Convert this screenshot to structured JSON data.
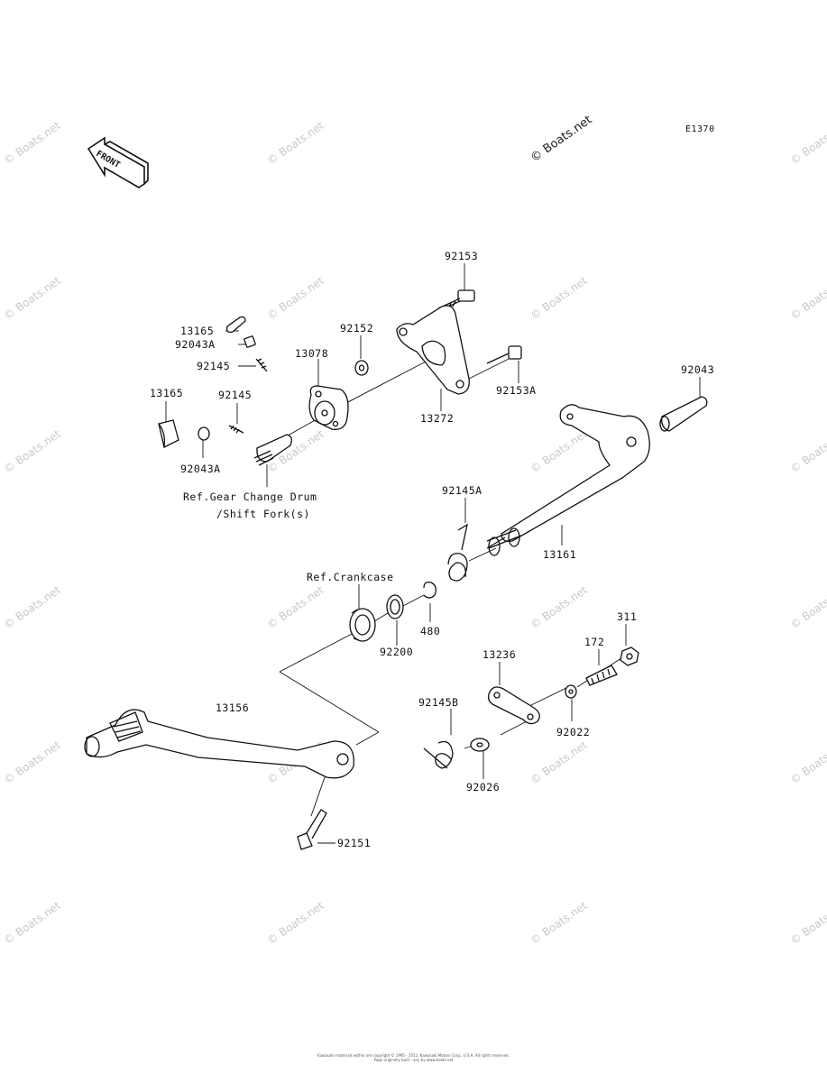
{
  "diagram": {
    "code": "E1370",
    "front_label": "FRONT",
    "watermark": "© Boats.net",
    "parts": {
      "p92153": "92153",
      "p92152": "92152",
      "p13165a": "13165",
      "p92043Aa": "92043A",
      "p92145a": "92145",
      "p13078": "13078",
      "p92153A": "92153A",
      "p92043": "92043",
      "p13165b": "13165",
      "p92145b": "92145",
      "p13272": "13272",
      "p92043Ab": "92043A",
      "p92145A": "92145A",
      "p13161": "13161",
      "p480": "480",
      "p92200": "92200",
      "p311": "311",
      "p172": "172",
      "p13236": "13236",
      "p92145B": "92145B",
      "p92022": "92022",
      "p13156": "13156",
      "p92026": "92026",
      "p92151": "92151"
    },
    "refs": {
      "gear_drum_1": "Ref.Gear Change Drum",
      "gear_drum_2": "/Shift Fork(s)",
      "crankcase": "Ref.Crankcase"
    },
    "footer_1": "Kawasaki materials within are copyright © 1995 - 2011, Kawasaki Motors Corp., U.S.A. All rights reserved.",
    "footer_2": "Page originally built - any by www.boats.net"
  }
}
